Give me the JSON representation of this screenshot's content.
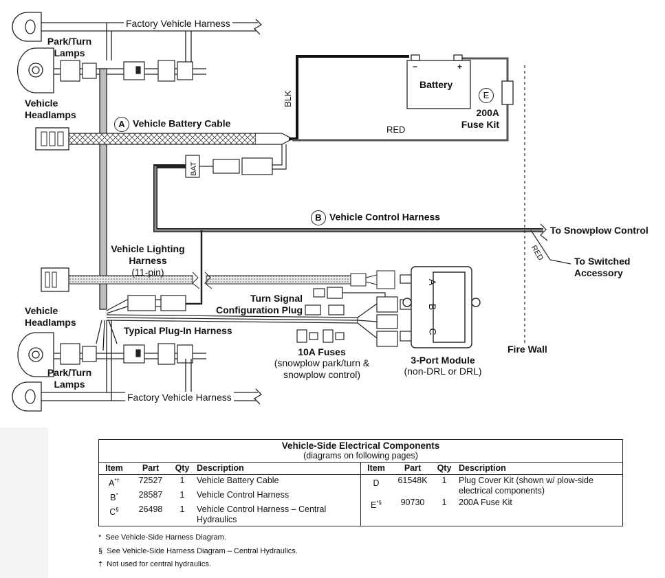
{
  "diagram": {
    "factory_harness_label": "Factory Vehicle Harness",
    "park_turn_lamps": "Park/Turn Lamps",
    "vehicle_headlamps": "Vehicle Headlamps",
    "callout_a": "A",
    "vehicle_battery_cable": "Vehicle Battery Cable",
    "blk": "BLK",
    "red": "RED",
    "battery": "Battery",
    "battery_neg": "−",
    "battery_pos": "+",
    "callout_e": "E",
    "fuse_kit": "200A Fuse Kit",
    "bat_tag": "BAT",
    "callout_b": "B",
    "vehicle_control_harness": "Vehicle Control Harness",
    "to_snowplow_control": "To Snowplow Control",
    "red2": "RED",
    "to_switched_accessory": "To Switched Accessory",
    "vehicle_lighting_harness": "Vehicle Lighting Harness",
    "pin_count": "(11-pin)",
    "turn_signal_plug": "Turn Signal Configuration Plug",
    "typical_plugin_harness": "Typical Plug-In Harness",
    "fuses_title": "10A Fuses",
    "fuses_desc": "(snowplow park/turn & snowplow control)",
    "module_title": "3-Port Module",
    "module_desc": "(non-DRL or DRL)",
    "port_a": "A",
    "port_b": "B",
    "port_c": "C",
    "fire_wall": "Fire Wall"
  },
  "table": {
    "title": "Vehicle-Side Electrical Components",
    "subtitle": "(diagrams on following pages)",
    "headers": [
      "Item",
      "Part",
      "Qty",
      "Description"
    ],
    "left_rows": [
      {
        "item": "A",
        "mark": "*†",
        "part": "72527",
        "qty": "1",
        "desc": "Vehicle Battery Cable"
      },
      {
        "item": "B",
        "mark": "*",
        "part": "28587",
        "qty": "1",
        "desc": "Vehicle Control Harness"
      },
      {
        "item": "C",
        "mark": "§",
        "part": "26498",
        "qty": "1",
        "desc": "Vehicle Control Harness – Central Hydraulics"
      }
    ],
    "right_rows": [
      {
        "item": "D",
        "mark": "",
        "part": "61548K",
        "qty": "1",
        "desc": "Plug Cover Kit (shown w/ plow-side electrical components)"
      },
      {
        "item": "E",
        "mark": "*§",
        "part": "90730",
        "qty": "1",
        "desc": "200A Fuse Kit"
      }
    ]
  },
  "footnotes": [
    {
      "sym": "*",
      "text": "See Vehicle-Side Harness Diagram."
    },
    {
      "sym": "§",
      "text": "See Vehicle-Side Harness Diagram – Central Hydraulics."
    },
    {
      "sym": "†",
      "text": "Not used for central hydraulics."
    }
  ]
}
